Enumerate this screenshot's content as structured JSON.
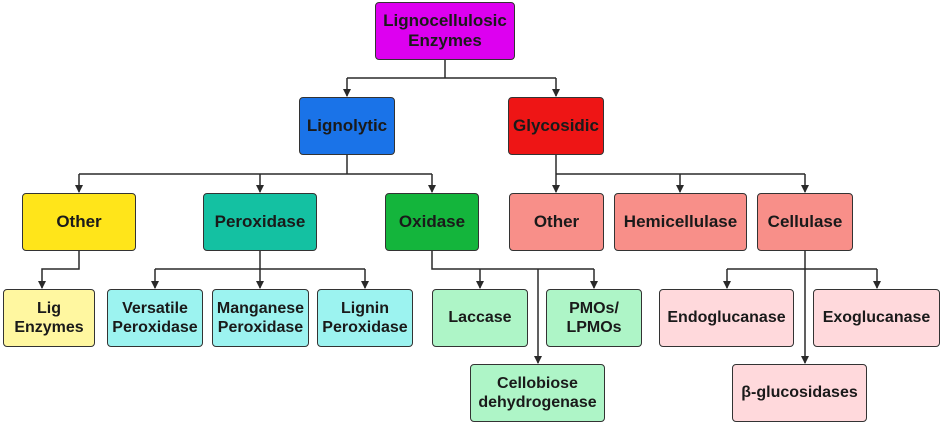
{
  "colors": {
    "root": "#dd00f0",
    "lignolytic": "#1a73e8",
    "glycosidic": "#ee1515",
    "other_lig": "#ffe51a",
    "peroxidase": "#14c1a2",
    "oxidase": "#14b53c",
    "glyco_child": "#f88f89",
    "lig_enzymes": "#fff7a0",
    "peroxidase_child": "#9cf3f0",
    "oxidase_child": "#aef5c7",
    "cellulase_child": "#ffd9dc",
    "line": "#2a2a2a"
  },
  "nodes": {
    "root": "Lignocellulosic\nEnzymes",
    "lignolytic": "Lignolytic",
    "glycosidic": "Glycosidic",
    "other_lig": "Other",
    "peroxidase": "Peroxidase",
    "oxidase": "Oxidase",
    "other_gly": "Other",
    "hemicellulase": "Hemicellulase",
    "cellulase": "Cellulase",
    "lig_enzymes": "Lig\nEnzymes",
    "versatile": "Versatile\nPeroxidase",
    "manganese": "Manganese\nPeroxidase",
    "lignin_perox": "Lignin\nPeroxidase",
    "laccase": "Laccase",
    "pmos": "PMOs/\nLPMOs",
    "cellobiose": "Cellobiose\ndehydrogenase",
    "endoglucanase": "Endoglucanase",
    "exoglucanase": "Exoglucanase",
    "beta_glucosidases": "β-glucosidases"
  }
}
